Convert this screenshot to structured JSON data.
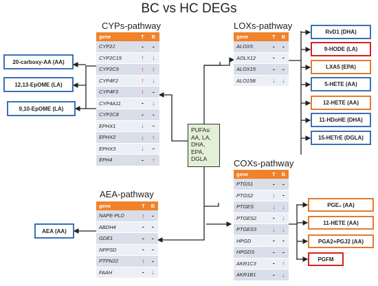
{
  "title": "BC vs HC DEGs",
  "columns": {
    "gene": "gene",
    "t": "T",
    "b": "B"
  },
  "pufa": {
    "heading": "PUFAs:",
    "items": [
      "AA, LA,",
      "DHA,",
      "EPA,",
      "DGLA"
    ]
  },
  "pathways": {
    "cyp": {
      "title": "CYPs-pathway",
      "rows": [
        {
          "gene": "CYP2J",
          "t": "-",
          "b": "-"
        },
        {
          "gene": "CYP2C19",
          "t": "↑",
          "b": "↓"
        },
        {
          "gene": "CYP2C9",
          "t": "↑",
          "b": "↑"
        },
        {
          "gene": "CYP4F2",
          "t": "↑",
          "b": "↓"
        },
        {
          "gene": "CYP4F3",
          "t": "↑",
          "b": "-"
        },
        {
          "gene": "CYP4A11",
          "t": "-",
          "b": "↓"
        },
        {
          "gene": "CYP2C8",
          "t": "-",
          "b": "-"
        },
        {
          "gene": "EPHX1",
          "t": "↓",
          "b": "-"
        },
        {
          "gene": "EPHX2",
          "t": "↓",
          "b": "↑"
        },
        {
          "gene": "EPHX3",
          "t": "↓",
          "b": "-"
        },
        {
          "gene": "EPH4",
          "t": "-",
          "b": "↑"
        }
      ]
    },
    "lox": {
      "title": "LOXs-pathway",
      "rows": [
        {
          "gene": "ALOX5",
          "t": "-",
          "b": "-"
        },
        {
          "gene": "AOLX12",
          "t": "-",
          "b": "-"
        },
        {
          "gene": "ALOX15",
          "t": "-",
          "b": "-"
        },
        {
          "gene": "ALO15B",
          "t": "↓",
          "b": "↓"
        }
      ]
    },
    "aea": {
      "title": "AEA-pathway",
      "rows": [
        {
          "gene": "NAPE-PLD",
          "t": "↑",
          "b": "-"
        },
        {
          "gene": "ABDH4",
          "t": "-",
          "b": "-"
        },
        {
          "gene": "GDE1",
          "t": "-",
          "b": "-"
        },
        {
          "gene": "NPPSD",
          "t": "-",
          "b": "-"
        },
        {
          "gene": "PTPN22",
          "t": "↑",
          "b": "-"
        },
        {
          "gene": "FAAH",
          "t": "-",
          "b": "↓"
        }
      ]
    },
    "cox": {
      "title": "COXs-pathway",
      "rows": [
        {
          "gene": "PTGS1",
          "t": "-",
          "b": "-"
        },
        {
          "gene": "PTGS2",
          "t": "↓",
          "b": "-"
        },
        {
          "gene": "PTGES",
          "t": "↓",
          "b": "↓"
        },
        {
          "gene": "PTGES2",
          "t": "-",
          "b": "↓"
        },
        {
          "gene": "PTGES3",
          "t": "↓",
          "b": "↓"
        },
        {
          "gene": "HPGD",
          "t": "-",
          "b": "-"
        },
        {
          "gene": "HPGDS",
          "t": "-",
          "b": "-"
        },
        {
          "gene": "AKR1C3",
          "t": "-",
          "b": "↑"
        },
        {
          "gene": "AKR1B1",
          "t": "-",
          "b": "↓"
        }
      ]
    }
  },
  "metabolites": {
    "cyp": [
      {
        "label": "20-carboxy-AA (AA)",
        "color": "blue"
      },
      {
        "label": "12,13-EpOME (LA)",
        "color": "blue"
      },
      {
        "label": "9,10-EpOME (LA)",
        "color": "blue"
      }
    ],
    "lox": [
      {
        "label": "RvD1 (DHA)",
        "color": "blue"
      },
      {
        "label": "9-HODE (LA)",
        "color": "red"
      },
      {
        "label": "LXA5 (EPA)",
        "color": "orange"
      },
      {
        "label": "5-HETE (AA)",
        "color": "blue"
      },
      {
        "label": "12-HETE (AA)",
        "color": "orange"
      },
      {
        "label": "11-HDoHE (DHA)",
        "color": "blue"
      },
      {
        "label": "15-HETrE (DGLA)",
        "color": "blue"
      }
    ],
    "aea": [
      {
        "label": "AEA (AA)",
        "color": "blue"
      }
    ],
    "cox": [
      {
        "label": "PGE₂ (AA)",
        "color": "orange"
      },
      {
        "label": "11-HETE (AA)",
        "color": "orange"
      },
      {
        "label": "PGA2+PGJ2 (AA)",
        "color": "orange"
      },
      {
        "label": "PGFM",
        "color": "red"
      }
    ]
  }
}
